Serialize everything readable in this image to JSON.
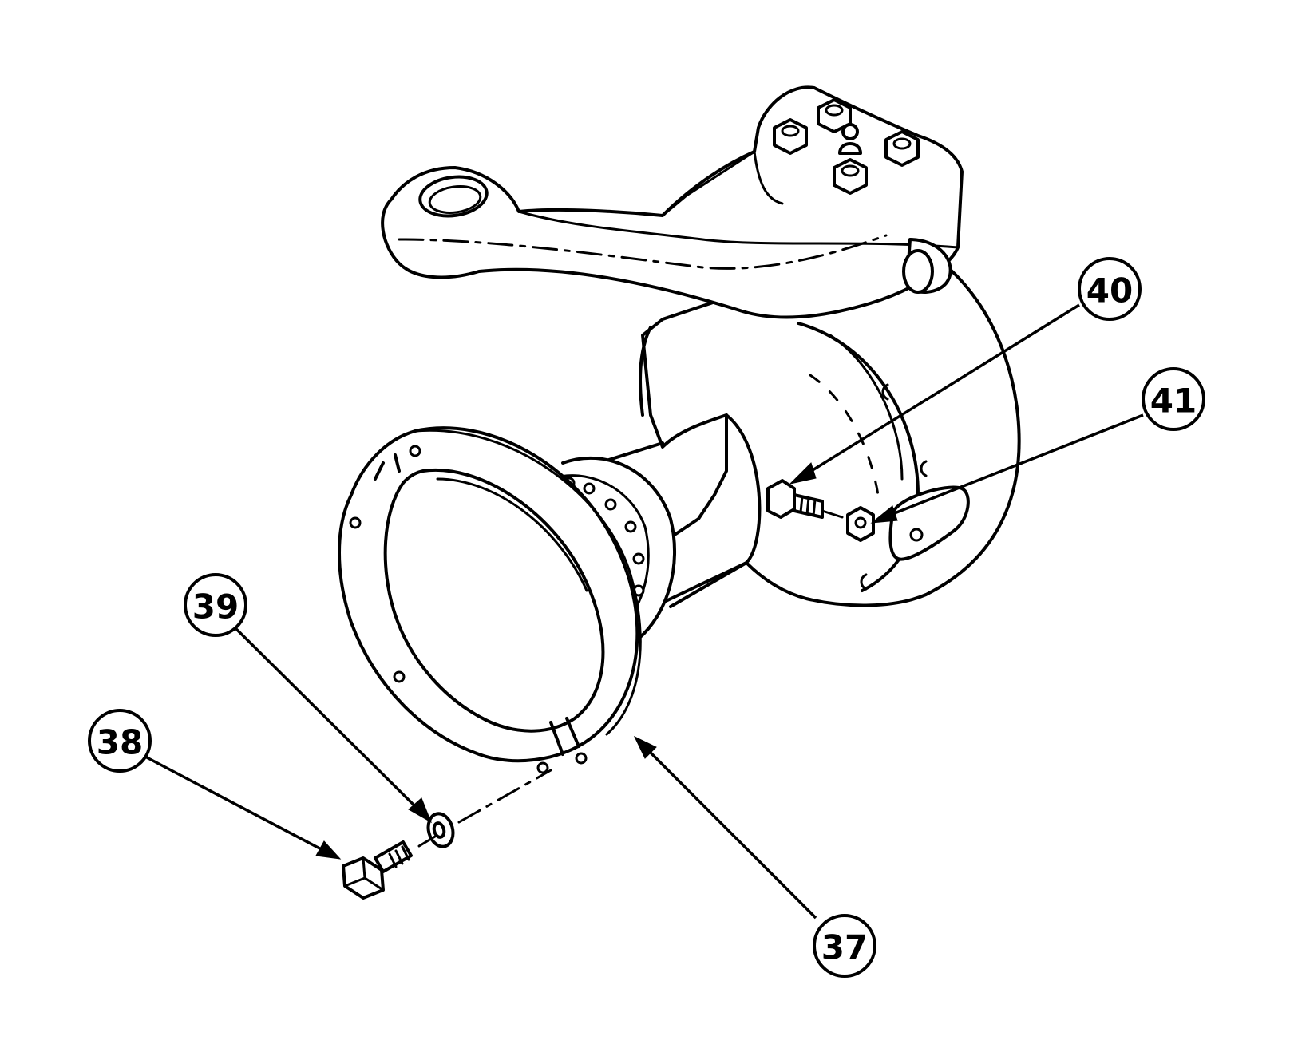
{
  "diagram": {
    "callouts": [
      {
        "id": "callout-37",
        "label": "37",
        "part": "flange-ring"
      },
      {
        "id": "callout-38",
        "label": "38",
        "part": "hex-bolt"
      },
      {
        "id": "callout-39",
        "label": "39",
        "part": "washer"
      },
      {
        "id": "callout-40",
        "label": "40",
        "part": "stop-bolt"
      },
      {
        "id": "callout-41",
        "label": "41",
        "part": "jam-nut"
      }
    ],
    "colors": {
      "ink": "#000000",
      "paper": "#ffffff"
    }
  }
}
